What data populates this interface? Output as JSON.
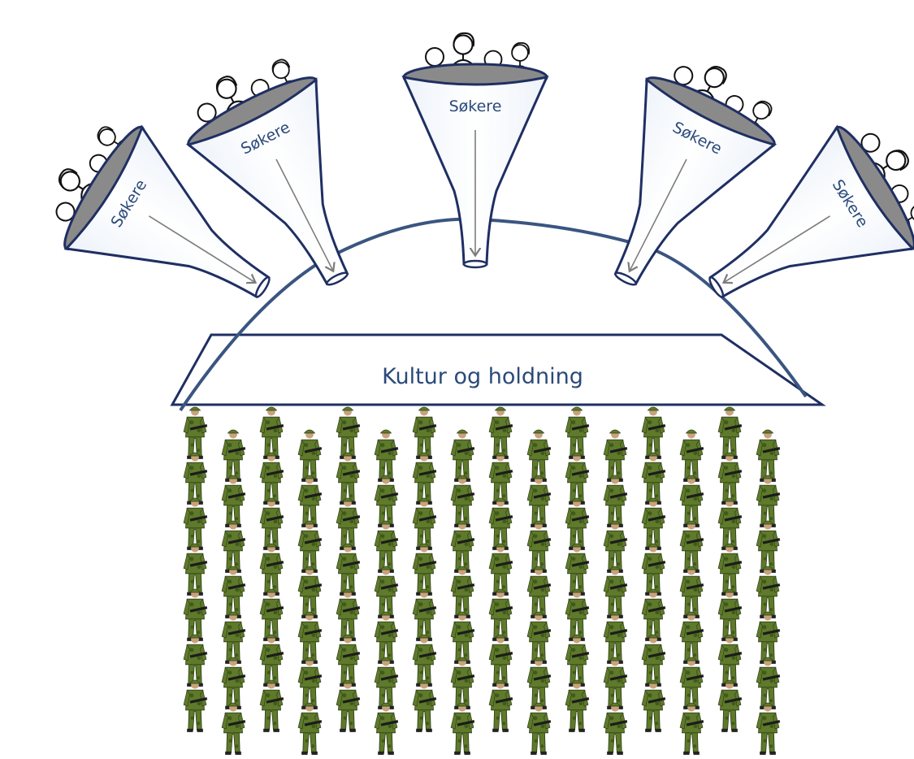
{
  "colors": {
    "outline": "#1f2f63",
    "label_text": "#2b4a7a",
    "arrow": "#7d7d7d",
    "funnel_fill": "#f9fbfe",
    "funnel_mouth": "#8a8a8a",
    "plate_line": "#3a5580",
    "soldier_uniform": "#5e7a2a",
    "soldier_dark": "#2f3e17"
  },
  "funnels": [
    {
      "label": "Søkere"
    },
    {
      "label": "Søkere"
    },
    {
      "label": "Søkere"
    },
    {
      "label": "Søkere"
    },
    {
      "label": "Søkere"
    }
  ],
  "platform": {
    "label": "Kultur og holdning"
  },
  "soldiers": {
    "rows": 8,
    "columns": 16
  }
}
